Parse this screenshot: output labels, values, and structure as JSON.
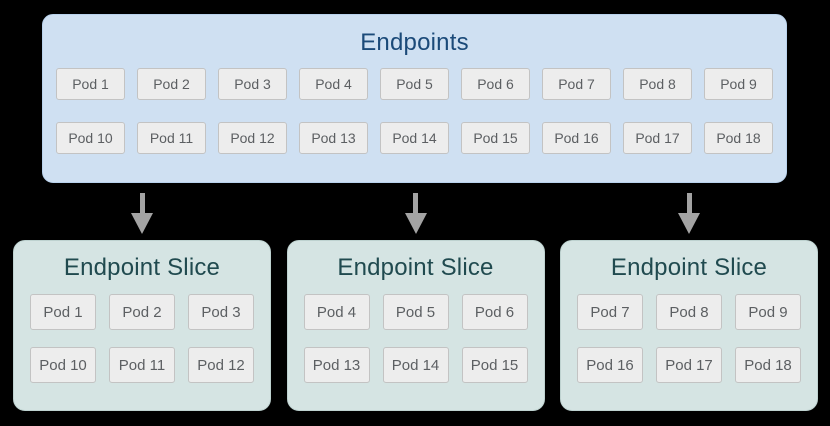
{
  "colors": {
    "background": "#000000",
    "endpoints_box_fill": "#cfe0f2",
    "endpoints_title_text": "#1b4a79",
    "slice_box_fill": "#d5e4e3",
    "slice_title_text": "#204a4f",
    "pod_fill": "#ededed",
    "pod_border": "#c3c3c3",
    "pod_text": "#5c5f62",
    "arrow": "#a3a3a3"
  },
  "endpoints": {
    "title": "Endpoints",
    "rows": [
      [
        "Pod 1",
        "Pod 2",
        "Pod 3",
        "Pod 4",
        "Pod 5",
        "Pod 6",
        "Pod 7",
        "Pod 8",
        "Pod 9"
      ],
      [
        "Pod 10",
        "Pod 11",
        "Pod 12",
        "Pod 13",
        "Pod 14",
        "Pod 15",
        "Pod 16",
        "Pod 17",
        "Pod 18"
      ]
    ]
  },
  "arrows": [
    {
      "icon": "down-arrow-icon"
    },
    {
      "icon": "down-arrow-icon"
    },
    {
      "icon": "down-arrow-icon"
    }
  ],
  "slices": [
    {
      "title": "Endpoint Slice",
      "rows": [
        [
          "Pod 1",
          "Pod 2",
          "Pod 3"
        ],
        [
          "Pod 10",
          "Pod 11",
          "Pod 12"
        ]
      ]
    },
    {
      "title": "Endpoint Slice",
      "rows": [
        [
          "Pod 4",
          "Pod 5",
          "Pod 6"
        ],
        [
          "Pod 13",
          "Pod 14",
          "Pod 15"
        ]
      ]
    },
    {
      "title": "Endpoint Slice",
      "rows": [
        [
          "Pod 7",
          "Pod 8",
          "Pod 9"
        ],
        [
          "Pod 16",
          "Pod 17",
          "Pod 18"
        ]
      ]
    }
  ]
}
